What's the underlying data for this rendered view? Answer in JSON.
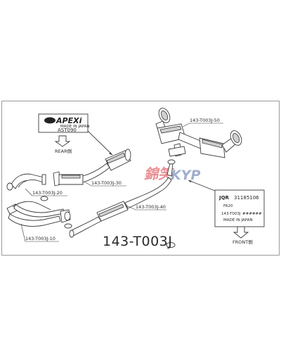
{
  "main_part_number": "143-T003J",
  "parts": {
    "p20": "143-T003J-20",
    "p10": "143-T003J-10",
    "p30": "143-T003J-30",
    "p40": "143-T003J-40",
    "p50": "143-T003J-50"
  },
  "rear_label_plate": {
    "brand": "APEXi",
    "made_in": "MADE IN JAPAN",
    "code": "AST090"
  },
  "rear_arrow_label": "REAR側",
  "front_label_plate": {
    "logo": "JQR",
    "serial": "31185106",
    "model": "FA20",
    "part": "143-T003J",
    "stars": "######",
    "made_in": "MADE IN JAPAN"
  },
  "front_arrow_label": "FRONT側",
  "watermark": {
    "kanji": "錦笑",
    "text": "KYP"
  },
  "colors": {
    "line": "#3a3a3a",
    "frame": "#9a9a9a",
    "watermark_red": "#d8333a",
    "watermark_blue": "#2f4d8f"
  }
}
